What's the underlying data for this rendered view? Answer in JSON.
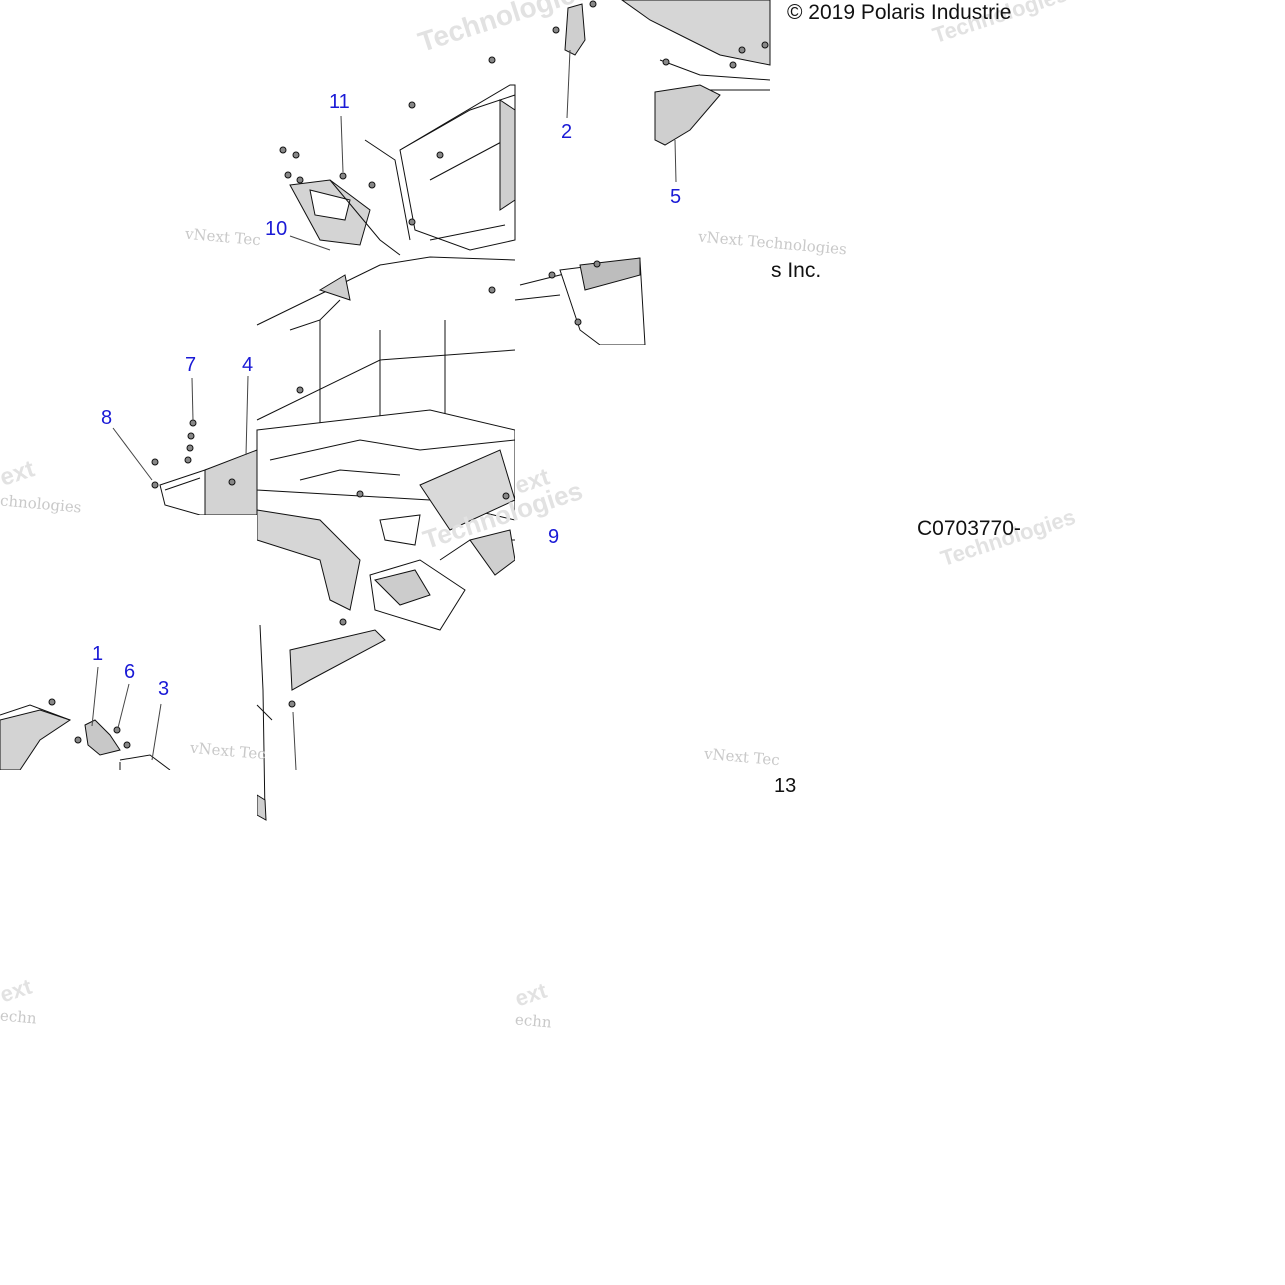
{
  "copyright": "© 2019 Polaris Industrie",
  "copyright_tail": "s Inc.",
  "drawing_number": "C0703770-",
  "watermarks": {
    "small": "vNext Technologies",
    "big": "Technologies",
    "partial_1": "vNext Tec",
    "partial_2": "chnologies",
    "partial_3": "ext",
    "partial_4": "echn"
  },
  "callouts": {
    "c1": "1",
    "c2": "2",
    "c3": "3",
    "c4": "4",
    "c5": "5",
    "c6": "6",
    "c7": "7",
    "c8": "8",
    "c9": "9",
    "c10": "10",
    "c11": "11",
    "c13": "13"
  },
  "colors": {
    "callout": "#1a1ad6",
    "line": "#111111",
    "shade": "#cfcfcf",
    "watermark": "#c9c9c9"
  }
}
